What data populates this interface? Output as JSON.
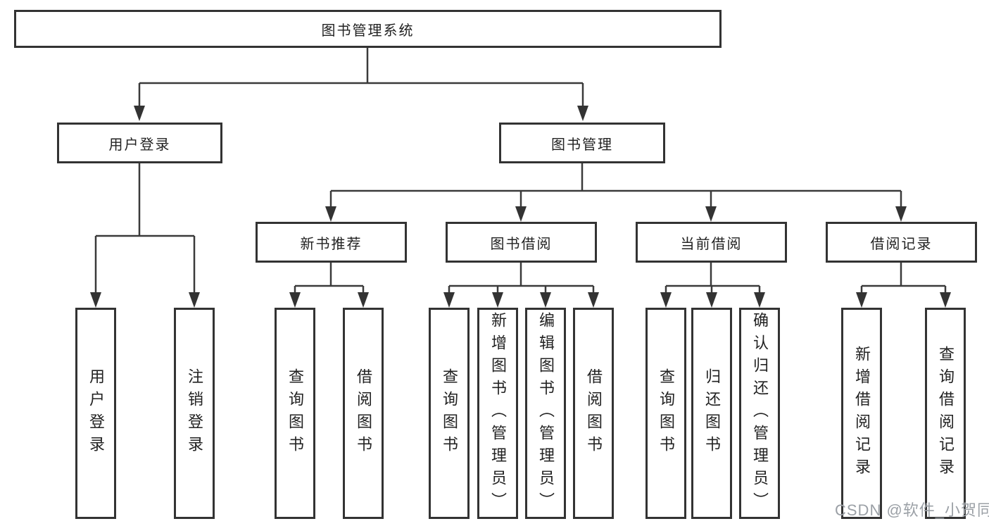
{
  "diagram": {
    "root": {
      "label": "图书管理系统",
      "children": [
        {
          "label": "用户登录",
          "children": [
            {
              "label": "用户登录"
            },
            {
              "label": "注销登录"
            }
          ]
        },
        {
          "label": "图书管理",
          "children": [
            {
              "label": "新书推荐",
              "children": [
                {
                  "label": "查询图书"
                },
                {
                  "label": "借阅图书"
                }
              ]
            },
            {
              "label": "图书借阅",
              "children": [
                {
                  "label": "查询图书"
                },
                {
                  "label": "新增图书（管理员）"
                },
                {
                  "label": "编辑图书（管理员）"
                },
                {
                  "label": "借阅图书"
                }
              ]
            },
            {
              "label": "当前借阅",
              "children": [
                {
                  "label": "查询图书"
                },
                {
                  "label": "归还图书"
                },
                {
                  "label": "确认归还（管理员）"
                }
              ]
            },
            {
              "label": "借阅记录",
              "children": [
                {
                  "label": "新增借阅记录"
                },
                {
                  "label": "查询借阅记录"
                }
              ]
            }
          ]
        }
      ]
    }
  },
  "watermark": {
    "text": "CSDN @软件_小贺同学"
  },
  "colors": {
    "line": "#3a3a3a",
    "box_border": "#333333",
    "text": "#222222",
    "watermark": "#9ba0a6",
    "background": "#ffffff"
  }
}
